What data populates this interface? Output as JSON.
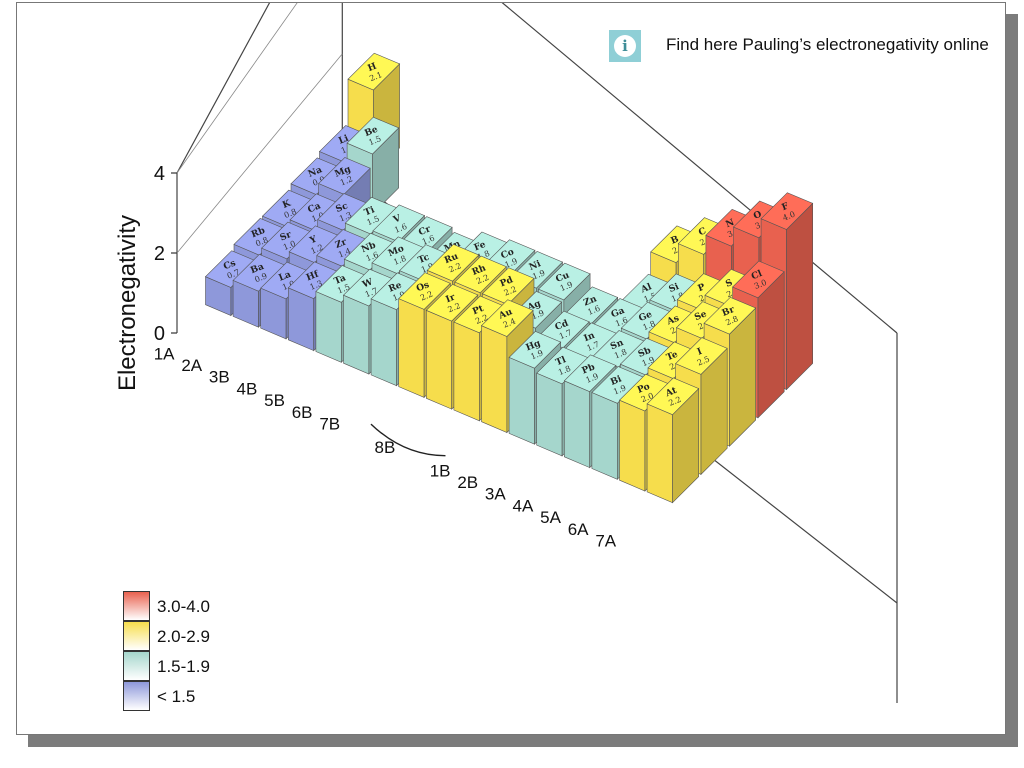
{
  "info": {
    "icon": "info-icon",
    "text": "Find here Pauling’s electronegativity online"
  },
  "chart_data": {
    "type": "3d-bar",
    "ylabel": "Electronegativity",
    "ylim": [
      0,
      4
    ],
    "yticks": [
      "0",
      "2",
      "4"
    ],
    "groups": [
      "1A",
      "2A",
      "3B",
      "4B",
      "5B",
      "6B",
      "7B",
      "8B",
      "1B",
      "2B",
      "3A",
      "4A",
      "5A",
      "6A",
      "7A"
    ],
    "legend": [
      {
        "label": "3.0-4.0",
        "color": "#e8614f"
      },
      {
        "label": "2.0-2.9",
        "color": "#f6dd4c"
      },
      {
        "label": "1.5-1.9",
        "color": "#a5d6cc"
      },
      {
        "label": "< 1.5",
        "color": "#8e98da"
      }
    ],
    "elements": [
      {
        "symbol": "H",
        "value": 2.1,
        "value_label": "2.1",
        "group": 0,
        "period": 1
      },
      {
        "symbol": "Li",
        "value": 1.0,
        "value_label": "1.0",
        "group": 0,
        "period": 2
      },
      {
        "symbol": "Be",
        "value": 1.5,
        "value_label": "1.5",
        "group": 1,
        "period": 2
      },
      {
        "symbol": "Na",
        "value": 0.9,
        "value_label": "0.9",
        "group": 0,
        "period": 3
      },
      {
        "symbol": "Mg",
        "value": 1.2,
        "value_label": "1.2",
        "group": 1,
        "period": 3
      },
      {
        "symbol": "K",
        "value": 0.8,
        "value_label": "0.8",
        "group": 0,
        "period": 4
      },
      {
        "symbol": "Ca",
        "value": 1.0,
        "value_label": "1.0",
        "group": 1,
        "period": 4
      },
      {
        "symbol": "Sc",
        "value": 1.3,
        "value_label": "1.3",
        "group": 2,
        "period": 4
      },
      {
        "symbol": "Ti",
        "value": 1.5,
        "value_label": "1.5",
        "group": 3,
        "period": 4
      },
      {
        "symbol": "V",
        "value": 1.6,
        "value_label": "1.6",
        "group": 4,
        "period": 4
      },
      {
        "symbol": "Cr",
        "value": 1.6,
        "value_label": "1.6",
        "group": 5,
        "period": 4
      },
      {
        "symbol": "Mn",
        "value": 1.5,
        "value_label": "1.5",
        "group": 6,
        "period": 4
      },
      {
        "symbol": "Fe",
        "value": 1.8,
        "value_label": "1.8",
        "group": 7,
        "period": 4
      },
      {
        "symbol": "Co",
        "value": 1.9,
        "value_label": "1.9",
        "group": 8,
        "period": 4
      },
      {
        "symbol": "Ni",
        "value": 1.9,
        "value_label": "1.9",
        "group": 9,
        "period": 4
      },
      {
        "symbol": "Cu",
        "value": 1.9,
        "value_label": "1.9",
        "group": 10,
        "period": 4
      },
      {
        "symbol": "Zn",
        "value": 1.6,
        "value_label": "1.6",
        "group": 11,
        "period": 4
      },
      {
        "symbol": "Ga",
        "value": 1.6,
        "value_label": "1.6",
        "group": 12,
        "period": 4
      },
      {
        "symbol": "Ge",
        "value": 1.8,
        "value_label": "1.8",
        "group": 13,
        "period": 4
      },
      {
        "symbol": "As",
        "value": 2.0,
        "value_label": "2.0",
        "group": 14,
        "period": 4
      },
      {
        "symbol": "Se",
        "value": 2.4,
        "value_label": "2.4",
        "group": 15,
        "period": 4
      },
      {
        "symbol": "Br",
        "value": 2.8,
        "value_label": "2.8",
        "group": 16,
        "period": 4
      },
      {
        "symbol": "Rb",
        "value": 0.8,
        "value_label": "0.8",
        "group": 0,
        "period": 5
      },
      {
        "symbol": "Sr",
        "value": 1.0,
        "value_label": "1.0",
        "group": 1,
        "period": 5
      },
      {
        "symbol": "Y",
        "value": 1.2,
        "value_label": "1.2",
        "group": 2,
        "period": 5
      },
      {
        "symbol": "Zr",
        "value": 1.4,
        "value_label": "1.4",
        "group": 3,
        "period": 5
      },
      {
        "symbol": "Nb",
        "value": 1.6,
        "value_label": "1.6",
        "group": 4,
        "period": 5
      },
      {
        "symbol": "Mo",
        "value": 1.8,
        "value_label": "1.8",
        "group": 5,
        "period": 5
      },
      {
        "symbol": "Tc",
        "value": 1.9,
        "value_label": "1.9",
        "group": 6,
        "period": 5
      },
      {
        "symbol": "Ru",
        "value": 2.2,
        "value_label": "2.2",
        "group": 7,
        "period": 5
      },
      {
        "symbol": "Rh",
        "value": 2.2,
        "value_label": "2.2",
        "group": 8,
        "period": 5
      },
      {
        "symbol": "Pd",
        "value": 2.2,
        "value_label": "2.2",
        "group": 9,
        "period": 5
      },
      {
        "symbol": "Ag",
        "value": 1.9,
        "value_label": "1.9",
        "group": 10,
        "period": 5
      },
      {
        "symbol": "Cd",
        "value": 1.7,
        "value_label": "1.7",
        "group": 11,
        "period": 5
      },
      {
        "symbol": "In",
        "value": 1.7,
        "value_label": "1.7",
        "group": 12,
        "period": 5
      },
      {
        "symbol": "Sn",
        "value": 1.8,
        "value_label": "1.8",
        "group": 13,
        "period": 5
      },
      {
        "symbol": "Sb",
        "value": 1.9,
        "value_label": "1.9",
        "group": 14,
        "period": 5
      },
      {
        "symbol": "Te",
        "value": 2.1,
        "value_label": "2.1",
        "group": 15,
        "period": 5
      },
      {
        "symbol": "I",
        "value": 2.5,
        "value_label": "2.5",
        "group": 16,
        "period": 5
      },
      {
        "symbol": "Cs",
        "value": 0.7,
        "value_label": "0.7",
        "group": 0,
        "period": 6
      },
      {
        "symbol": "Ba",
        "value": 0.9,
        "value_label": "0.9",
        "group": 1,
        "period": 6
      },
      {
        "symbol": "La",
        "value": 1.0,
        "value_label": "1.0",
        "group": 2,
        "period": 6
      },
      {
        "symbol": "Hf",
        "value": 1.3,
        "value_label": "1.3",
        "group": 3,
        "period": 6
      },
      {
        "symbol": "Ta",
        "value": 1.5,
        "value_label": "1.5",
        "group": 4,
        "period": 6
      },
      {
        "symbol": "W",
        "value": 1.7,
        "value_label": "1.7",
        "group": 5,
        "period": 6
      },
      {
        "symbol": "Re",
        "value": 1.9,
        "value_label": "1.9",
        "group": 6,
        "period": 6
      },
      {
        "symbol": "Os",
        "value": 2.2,
        "value_label": "2.2",
        "group": 7,
        "period": 6
      },
      {
        "symbol": "Ir",
        "value": 2.2,
        "value_label": "2.2",
        "group": 8,
        "period": 6
      },
      {
        "symbol": "Pt",
        "value": 2.2,
        "value_label": "2.2",
        "group": 9,
        "period": 6
      },
      {
        "symbol": "Au",
        "value": 2.4,
        "value_label": "2.4",
        "group": 10,
        "period": 6
      },
      {
        "symbol": "Hg",
        "value": 1.9,
        "value_label": "1.9",
        "group": 11,
        "period": 6
      },
      {
        "symbol": "Tl",
        "value": 1.8,
        "value_label": "1.8",
        "group": 12,
        "period": 6
      },
      {
        "symbol": "Pb",
        "value": 1.9,
        "value_label": "1.9",
        "group": 13,
        "period": 6
      },
      {
        "symbol": "Bi",
        "value": 1.9,
        "value_label": "1.9",
        "group": 14,
        "period": 6
      },
      {
        "symbol": "Po",
        "value": 2.0,
        "value_label": "2.0",
        "group": 15,
        "period": 6
      },
      {
        "symbol": "At",
        "value": 2.2,
        "value_label": "2.2",
        "group": 16,
        "period": 6
      },
      {
        "symbol": "B",
        "value": 2.0,
        "value_label": "2.0",
        "group": 12,
        "period": 2
      },
      {
        "symbol": "C",
        "value": 2.5,
        "value_label": "2.5",
        "group": 13,
        "period": 2
      },
      {
        "symbol": "N",
        "value": 3.0,
        "value_label": "3.0",
        "group": 14,
        "period": 2
      },
      {
        "symbol": "O",
        "value": 3.5,
        "value_label": "3.5",
        "group": 15,
        "period": 2
      },
      {
        "symbol": "F",
        "value": 4.0,
        "value_label": "4.0",
        "group": 16,
        "period": 2
      },
      {
        "symbol": "Al",
        "value": 1.5,
        "value_label": "1.5",
        "group": 12,
        "period": 3
      },
      {
        "symbol": "Si",
        "value": 1.8,
        "value_label": "1.8",
        "group": 13,
        "period": 3
      },
      {
        "symbol": "P",
        "value": 2.1,
        "value_label": "2.1",
        "group": 14,
        "period": 3
      },
      {
        "symbol": "S",
        "value": 2.5,
        "value_label": "2.5",
        "group": 15,
        "period": 3
      },
      {
        "symbol": "Cl",
        "value": 3.0,
        "value_label": "3.0",
        "group": 16,
        "period": 3
      }
    ]
  }
}
